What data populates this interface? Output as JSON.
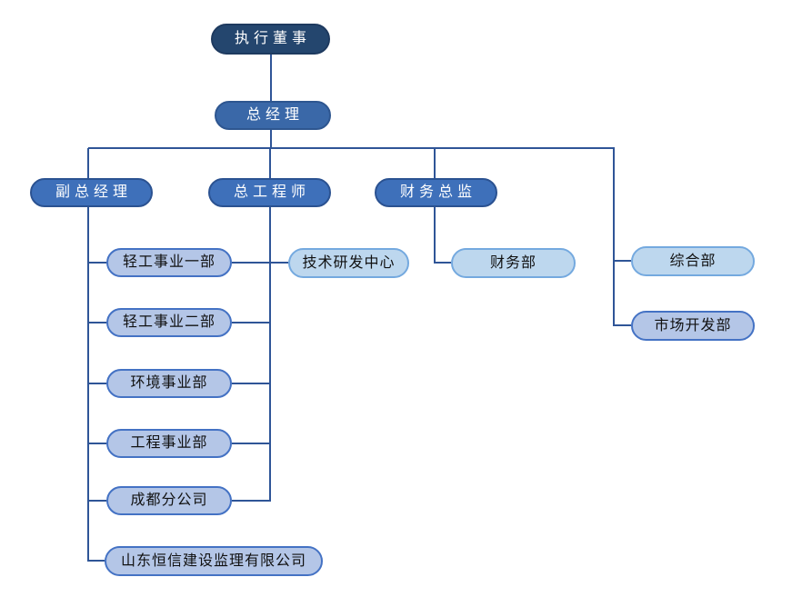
{
  "palette": {
    "connector": "#2F5597",
    "level1_fill": "#24466E",
    "level1_border": "#1E3A5F",
    "level2_fill": "#3A68A8",
    "level2_border": "#2E5690",
    "level3_fill": "#3E70BA",
    "level3_border": "#2B5291",
    "lavender_fill": "#B4C6E7",
    "lavender_border": "#4472C4",
    "sky_fill": "#BDD7EE",
    "sky_border": "#74A9DF"
  },
  "nodes": [
    {
      "id": "executive-director",
      "label": "执行董事",
      "level": 1
    },
    {
      "id": "general-manager",
      "label": "总经理",
      "level": 2
    },
    {
      "id": "deputy-general-manager",
      "label": "副总经理",
      "level": 3
    },
    {
      "id": "chief-engineer",
      "label": "总工程师",
      "level": 3
    },
    {
      "id": "finance-director",
      "label": "财务总监",
      "level": 3
    },
    {
      "id": "light-industry-div-1",
      "label": "轻工事业一部",
      "level": 4
    },
    {
      "id": "light-industry-div-2",
      "label": "轻工事业二部",
      "level": 4
    },
    {
      "id": "environment-div",
      "label": "环境事业部",
      "level": 4
    },
    {
      "id": "engineering-div",
      "label": "工程事业部",
      "level": 4
    },
    {
      "id": "chengdu-branch",
      "label": "成都分公司",
      "level": 4
    },
    {
      "id": "shandong-hengxin",
      "label": "山东恒信建设监理有限公司",
      "level": 4
    },
    {
      "id": "tech-rd-center",
      "label": "技术研发中心",
      "level": 4
    },
    {
      "id": "finance-dept",
      "label": "财务部",
      "level": 4
    },
    {
      "id": "general-affairs-dept",
      "label": "综合部",
      "level": 4
    },
    {
      "id": "market-dev-dept",
      "label": "市场开发部",
      "level": 4
    }
  ]
}
